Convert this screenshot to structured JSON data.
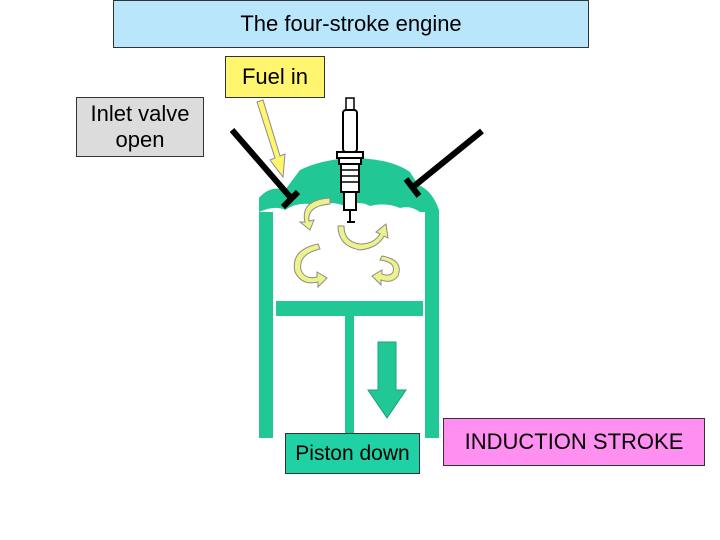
{
  "title": "The four-stroke engine",
  "labels": {
    "fuel_in": "Fuel in",
    "inlet_valve_open": "Inlet valve open",
    "piston_down": "Piston down",
    "stroke_name": "INDUCTION STROKE"
  },
  "colors": {
    "title_bg": "#b9e6fb",
    "fuel_bg": "#fff56e",
    "inlet_bg": "#dcdcdc",
    "piston_bg": "#1fd1a4",
    "stroke_bg": "#ff8ff0",
    "cylinder": "#21c795",
    "valve": "#000000",
    "swirl_arrow": "#eef28a"
  }
}
